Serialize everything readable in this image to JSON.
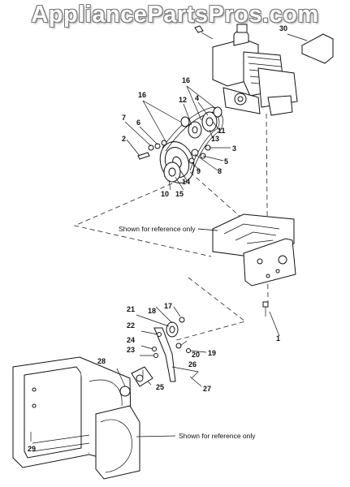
{
  "watermark": "AppliancePartsPros.com",
  "reference_note_top": "Shown for reference only",
  "reference_note_bottom": "Shown for reference only",
  "callouts": {
    "c1": "1",
    "c2": "2",
    "c3": "3",
    "c4": "4",
    "c5": "5",
    "c6": "6",
    "c7": "7",
    "c8": "8",
    "c9": "9",
    "c10": "10",
    "c11": "11",
    "c12": "12",
    "c13": "13",
    "c14": "14",
    "c15": "15",
    "c16a": "16",
    "c16b": "16",
    "c17": "17",
    "c18": "18",
    "c19": "19",
    "c20": "20",
    "c21": "21",
    "c22": "22",
    "c23": "23",
    "c24": "24",
    "c25": "25",
    "c26": "26",
    "c27": "27",
    "c28": "28",
    "c29": "29",
    "c30": "30"
  }
}
